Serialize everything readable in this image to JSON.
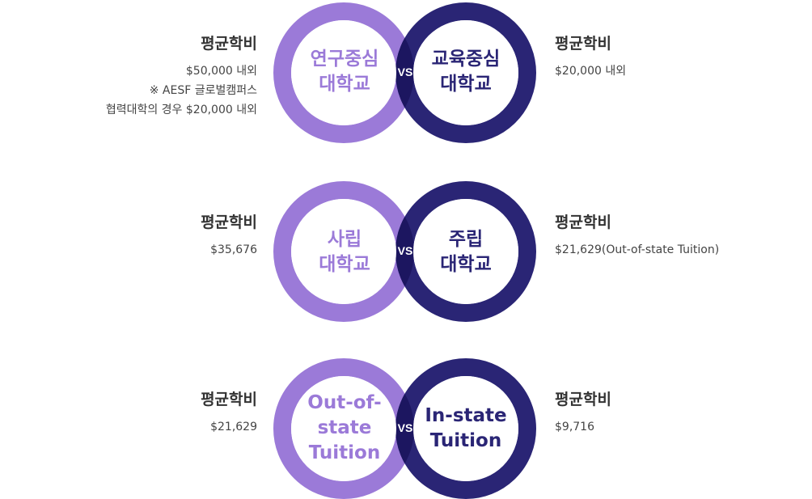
{
  "rows": [
    {
      "left_circle_lines": [
        "연구중심",
        "대학교"
      ],
      "right_circle_lines": [
        "교육중심",
        "대학교"
      ],
      "vs": "VS",
      "left_info": {
        "title": "평균학비",
        "lines": [
          "$50,000 내외",
          "※ AESF 글로벌캠퍼스",
          "협력대학의 경우 $20,000 내외"
        ]
      },
      "right_info": {
        "title": "평균학비",
        "lines": [
          "$20,000 내외"
        ]
      }
    },
    {
      "left_circle_lines": [
        "사립",
        "대학교"
      ],
      "right_circle_lines": [
        "주립",
        "대학교"
      ],
      "vs": "VS",
      "left_info": {
        "title": "평균학비",
        "lines": [
          "$35,676"
        ]
      },
      "right_info": {
        "title": "평균학비",
        "lines": [
          "$21,629(Out-of-state Tuition)"
        ]
      }
    },
    {
      "left_circle_lines": [
        "Out-of-",
        "state",
        "Tuition"
      ],
      "right_circle_lines": [
        "In-state",
        "Tuition"
      ],
      "vs": "VS",
      "left_info": {
        "title": "평균학비",
        "lines": [
          "$21,629"
        ]
      },
      "right_info": {
        "title": "평균학비",
        "lines": [
          "$9,716"
        ]
      }
    }
  ],
  "colors": {
    "left_circle": "#9b7ad8",
    "right_circle": "#2a2575",
    "overlap": "#1c1660"
  }
}
